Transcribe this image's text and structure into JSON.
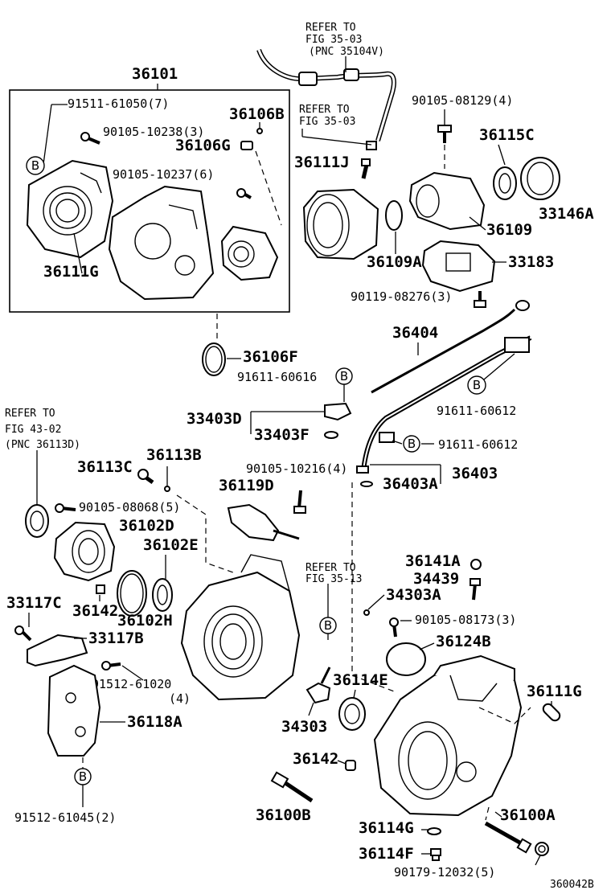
{
  "refs": {
    "fig3503_top": [
      "REFER TO",
      "FIG 35-03",
      "(PNC 35104V)"
    ],
    "fig3503_mid": [
      "REFER TO",
      "FIG 35-03"
    ],
    "fig4302": [
      "REFER TO",
      "FIG 43-02",
      "(PNC 36113D)"
    ],
    "fig3513": [
      "REFER TO",
      "FIG 35-13"
    ]
  },
  "labels": {
    "p36101": "36101",
    "p91511": "91511-61050(7)",
    "p90105_10238": "90105-10238(3)",
    "p36106B": "36106B",
    "p36106G": "36106G",
    "p90105_10237": "90105-10237(6)",
    "p36111G_left": "36111G",
    "p90105_08129": "90105-08129(4)",
    "p36115C": "36115C",
    "p36111J": "36111J",
    "p33146A": "33146A",
    "p36109": "36109",
    "p36109A": "36109A",
    "p33183": "33183",
    "p90119": "90119-08276(3)",
    "p36404": "36404",
    "p36106F": "36106F",
    "p91611_60616": "91611-60616",
    "p91611_60612a": "91611-60612",
    "p33403D": "33403D",
    "p33403F": "33403F",
    "p91611_60612b": "91611-60612",
    "p90105_10216": "90105-10216(4)",
    "p36403": "36403",
    "p36403A": "36403A",
    "p36113C": "36113C",
    "p36113B": "36113B",
    "p36119D": "36119D",
    "p90105_08068": "90105-08068(5)",
    "p36102D": "36102D",
    "p36102E": "36102E",
    "p36141A": "36141A",
    "p34439": "34439",
    "p33117C": "33117C",
    "p36142a": "36142",
    "p36102H": "36102H",
    "p34303A": "34303A",
    "p90105_08173": "90105-08173(3)",
    "p33117B": "33117B",
    "p36124B": "36124B",
    "p91512_61020": "91512-61020",
    "p91512_61020q": "(4)",
    "p36114E": "36114E",
    "p36111G_right": "36111G",
    "p36118A": "36118A",
    "p34303": "34303",
    "p36142b": "36142",
    "p91512_61045": "91512-61045(2)",
    "p36100B": "36100B",
    "p36100A": "36100A",
    "p36114G": "36114G",
    "p36114F": "36114F",
    "p90179": "90179-12032(5)",
    "figure_code": "360042B"
  },
  "marker_b": "B"
}
